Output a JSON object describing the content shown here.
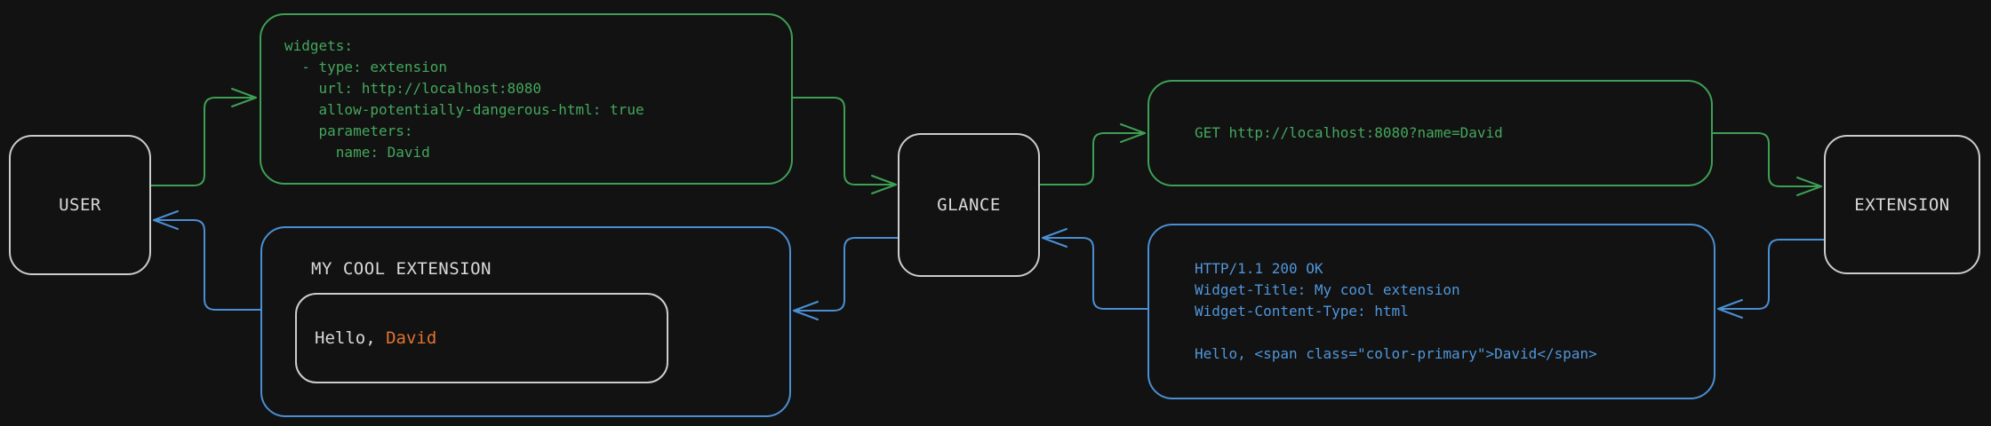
{
  "diagram": {
    "nodes": {
      "user": {
        "label": "USER"
      },
      "glance": {
        "label": "GLANCE"
      },
      "extension": {
        "label": "EXTENSION"
      }
    },
    "request_config": {
      "lines": [
        "widgets:",
        "  - type: extension",
        "    url: http://localhost:8080",
        "    allow-potentially-dangerous-html: true",
        "    parameters:",
        "      name: David"
      ]
    },
    "request_get": {
      "text": "GET http://localhost:8080?name=David"
    },
    "response_http": {
      "lines": [
        "HTTP/1.1 200 OK",
        "Widget-Title: My cool extension",
        "Widget-Content-Type: html",
        "",
        "Hello, <span class=\"color-primary\">David</span>"
      ]
    },
    "rendered_widget": {
      "title": "MY COOL EXTENSION",
      "greeting_prefix": "Hello, ",
      "greeting_name": "David"
    },
    "colors": {
      "request_green": "#3da054",
      "response_blue": "#4a8fd3",
      "accent_orange": "#e2732e",
      "node_border": "#cccccc",
      "primary_text": "#d9d9d9",
      "background": "#121212",
      "green_text": "#44a75c",
      "blue_text": "#5096db"
    }
  }
}
